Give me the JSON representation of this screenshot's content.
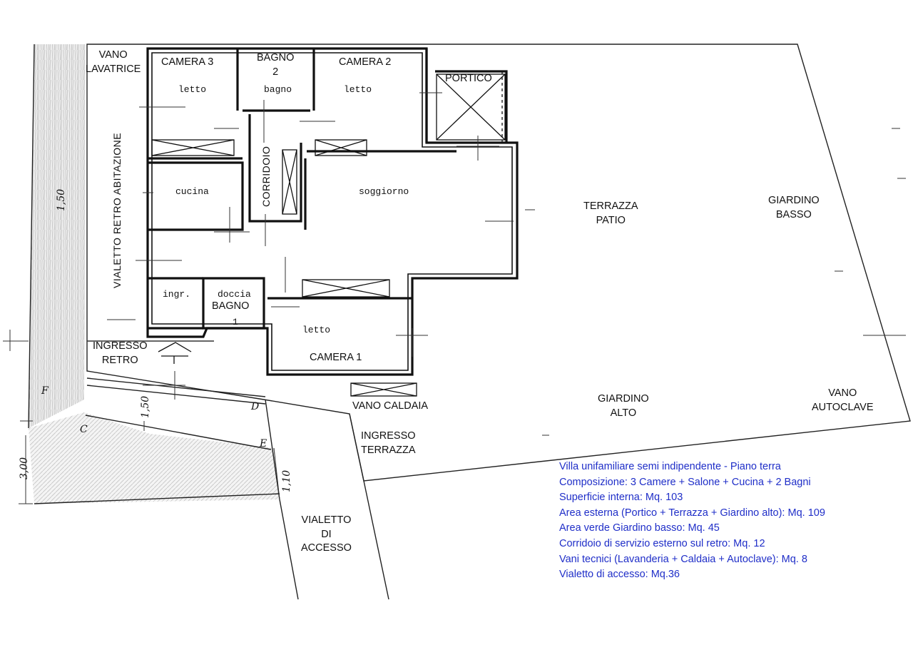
{
  "rooms": {
    "vano_lavatrice": "VANO\nLAVATRICE",
    "camera3": "CAMERA 3",
    "letto3": "letto",
    "bagno2": "BAGNO\n2",
    "bagno2_sub": "bagno",
    "camera2": "CAMERA 2",
    "letto2": "letto",
    "portico": "PORTICO",
    "cucina": "cucina",
    "corridoio": "CORRIDOIO",
    "soggiorno": "soggiorno",
    "vialetto_retro": "VIALETTO RETRO ABITAZIONE",
    "ingr": "ingr.",
    "doccia": "doccia",
    "bagno1": "BAGNO",
    "bagno1_num": "1",
    "letto1": "letto",
    "camera1": "CAMERA 1",
    "ingresso_retro": "INGRESSO\nRETRO",
    "terrazza_patio": "TERRAZZA\nPATIO",
    "giardino_basso": "GIARDINO\nBASSO",
    "giardino_alto": "GIARDINO\nALTO",
    "vano_autoclave": "VANO\nAUTOCLAVE",
    "vano_caldaia": "VANO CALDAIA",
    "ingresso_terrazza": "INGRESSO\nTERRAZZA",
    "vialetto_accesso": "VIALETTO\nDI\nACCESSO"
  },
  "dimensions": {
    "d150_top": "1,50",
    "d150_bottom": "1,50",
    "d300": "3,00",
    "d110": "1,10",
    "mark_d": "D",
    "mark_e": "E",
    "mark_c": "C",
    "mark_f": "F"
  },
  "info": {
    "line1": "Villa unifamiliare semi indipendente - Piano terra",
    "line2": "Composizione: 3 Camere + Salone + Cucina + 2 Bagni",
    "line3": "Superficie interna: Mq. 103",
    "line4": "Area esterna (Portico + Terrazza + Giardino alto): Mq. 109",
    "line5": "Area verde Giardino basso: Mq. 45",
    "line6": "Corridoio di servizio esterno sul retro: Mq. 12",
    "line7": "Vani tecnici (Lavanderia + Caldaia + Autoclave): Mq. 8",
    "line8": "Vialetto di accesso: Mq.36"
  }
}
